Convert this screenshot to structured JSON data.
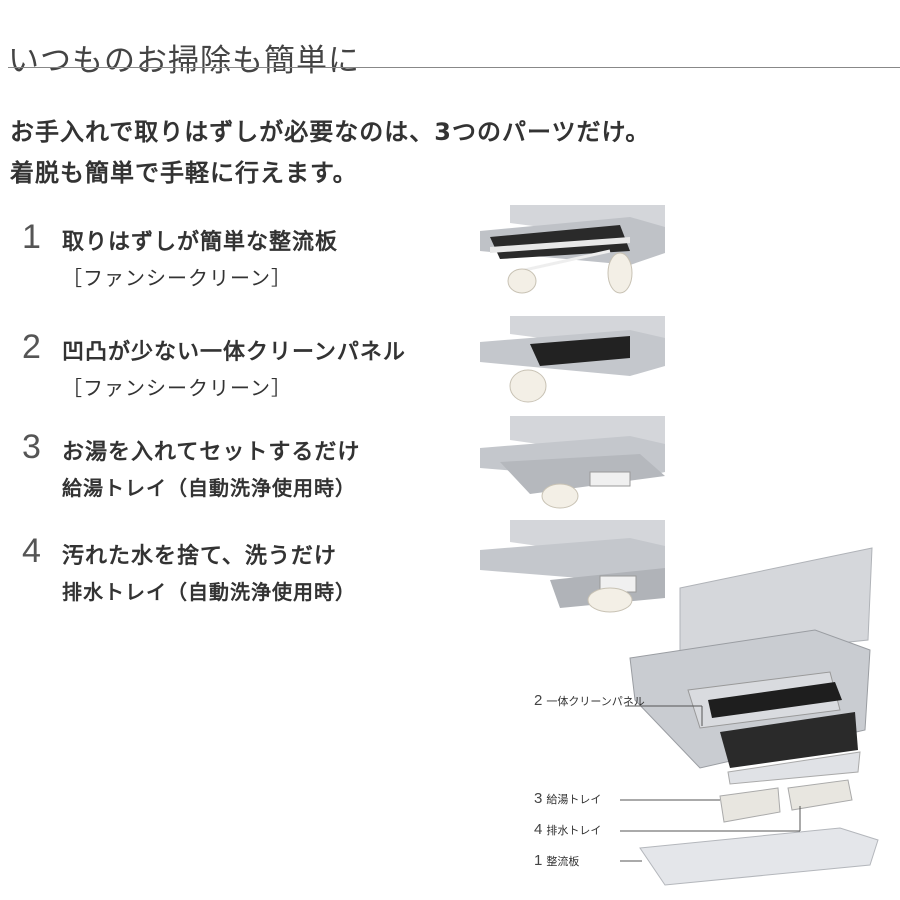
{
  "title": "いつものお掃除も簡単に",
  "intro": [
    "お手入れで取りはずしが必要なのは、3つのパーツだけ。",
    "着脱も簡単で手軽に行えます。"
  ],
  "steps": [
    {
      "num": "1",
      "head": "取りはずしが簡単な整流板",
      "sub": "［ファンシークリーン］"
    },
    {
      "num": "2",
      "head": "凹凸が少ない一体クリーンパネル",
      "sub": "［ファンシークリーン］"
    },
    {
      "num": "3",
      "head": "お湯を入れてセットするだけ",
      "sub": "給湯トレイ（自動洗浄使用時）"
    },
    {
      "num": "4",
      "head": "汚れた水を捨て、洗うだけ",
      "sub": "排水トレイ（自動洗浄使用時）"
    }
  ],
  "callouts": [
    {
      "num": "2",
      "label": "一体クリーンパネル"
    },
    {
      "num": "3",
      "label": "給湯トレイ"
    },
    {
      "num": "4",
      "label": "排水トレイ"
    },
    {
      "num": "1",
      "label": "整流板"
    }
  ],
  "colors": {
    "text": "#333333",
    "rule": "#888888",
    "hood": "#c9ccd1",
    "panel": "#1e1e1e"
  }
}
